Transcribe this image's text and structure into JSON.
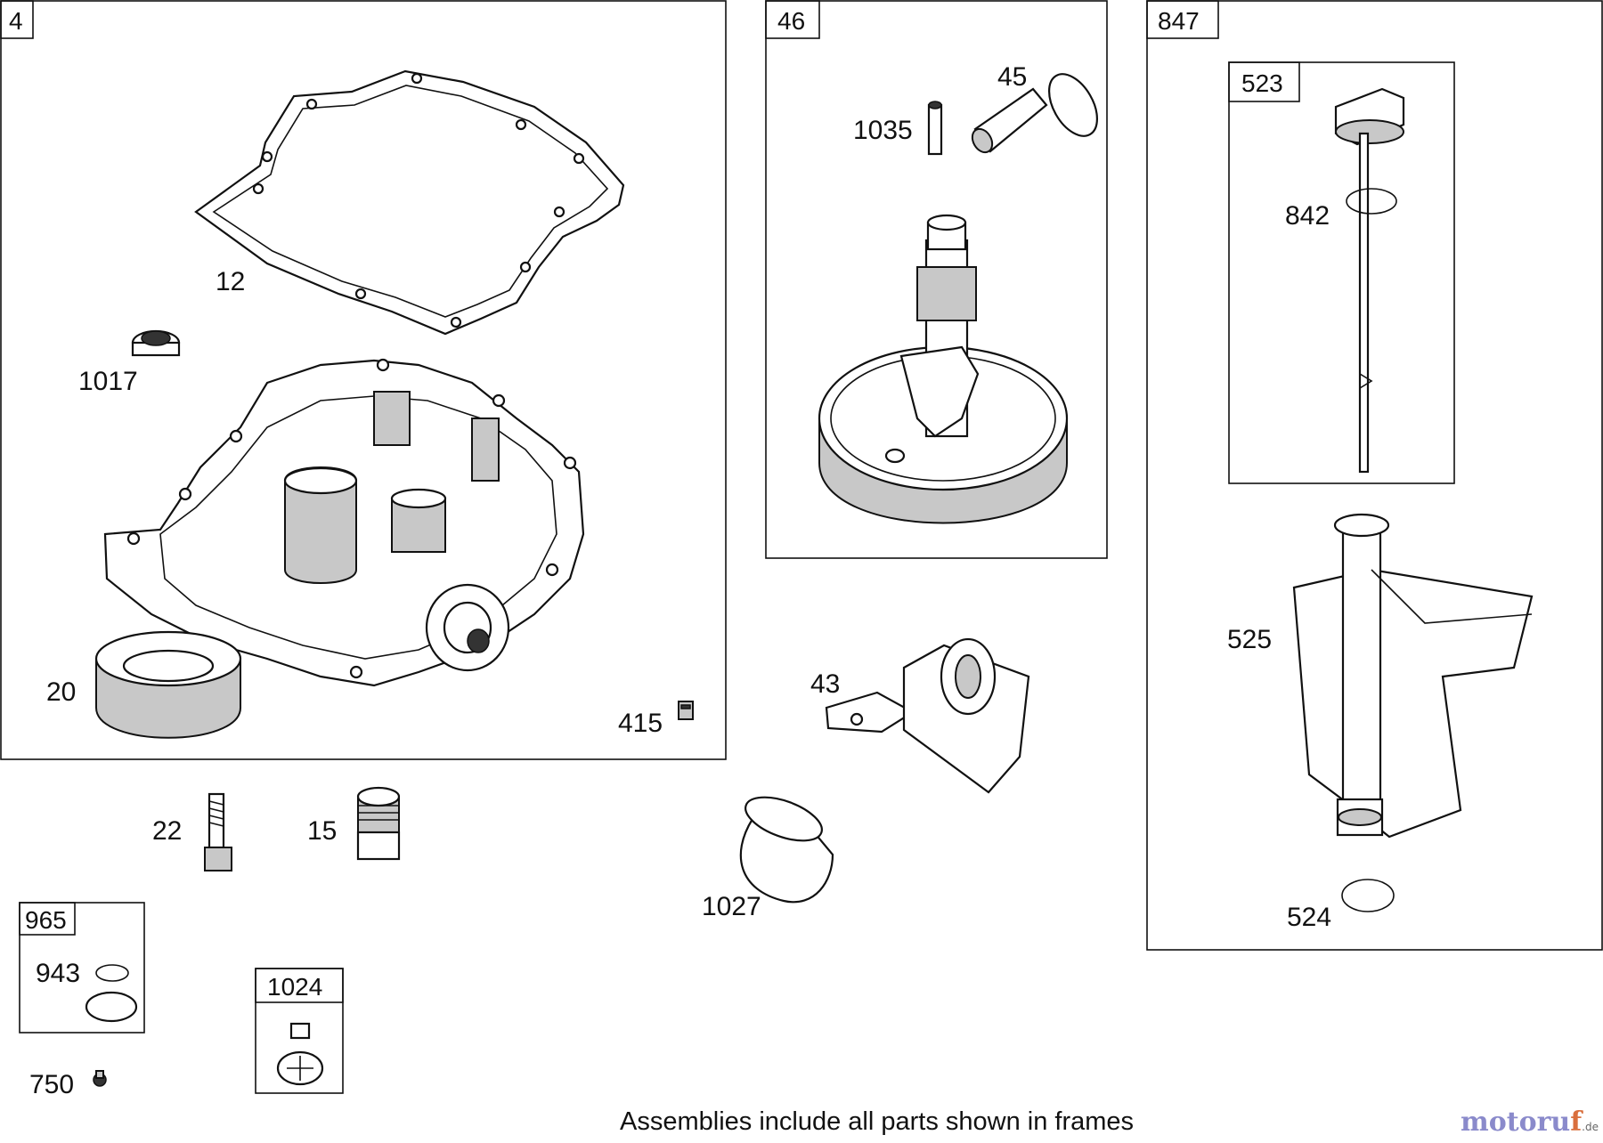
{
  "frames": {
    "frame_4": "4",
    "frame_46": "46",
    "frame_847": "847",
    "frame_523": "523",
    "frame_965": "965",
    "frame_1024": "1024"
  },
  "parts": {
    "p12": "12",
    "p1017": "1017",
    "p20": "20",
    "p415": "415",
    "p45": "45",
    "p1035": "1035",
    "p842": "842",
    "p525": "525",
    "p524": "524",
    "p43": "43",
    "p22": "22",
    "p15": "15",
    "p1027": "1027",
    "p943": "943",
    "p750": "750"
  },
  "caption": "Assemblies include all parts shown in frames",
  "logo": {
    "part_a": "motoru",
    "part_b": "f",
    "suffix": ".de"
  }
}
